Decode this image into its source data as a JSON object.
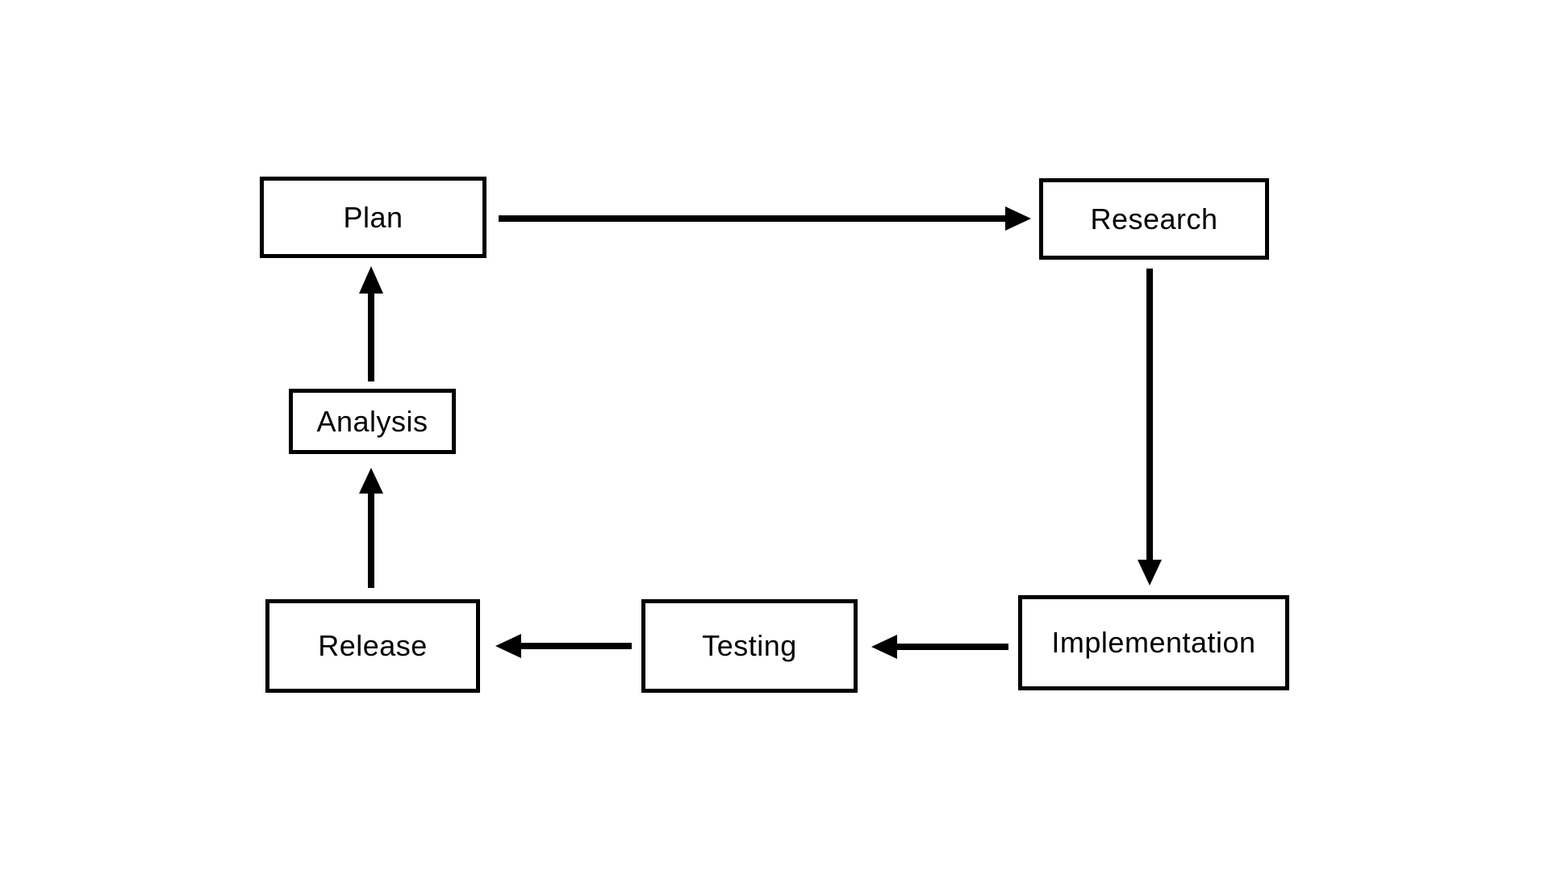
{
  "diagram": {
    "title": "",
    "background_color": "#ffffff",
    "stroke_color": "#000000",
    "text_color": "#000000",
    "nodes": [
      {
        "id": "plan",
        "label": "Plan"
      },
      {
        "id": "research",
        "label": "Research"
      },
      {
        "id": "implementation",
        "label": "Implementation"
      },
      {
        "id": "testing",
        "label": "Testing"
      },
      {
        "id": "release",
        "label": "Release"
      },
      {
        "id": "analysis",
        "label": "Analysis"
      }
    ],
    "edges": [
      {
        "from": "Plan",
        "to": "Research",
        "direction": "right"
      },
      {
        "from": "Research",
        "to": "Implementation",
        "direction": "down"
      },
      {
        "from": "Implementation",
        "to": "Testing",
        "direction": "left"
      },
      {
        "from": "Testing",
        "to": "Release",
        "direction": "left"
      },
      {
        "from": "Release",
        "to": "Analysis",
        "direction": "up"
      },
      {
        "from": "Analysis",
        "to": "Plan",
        "direction": "up"
      }
    ]
  }
}
